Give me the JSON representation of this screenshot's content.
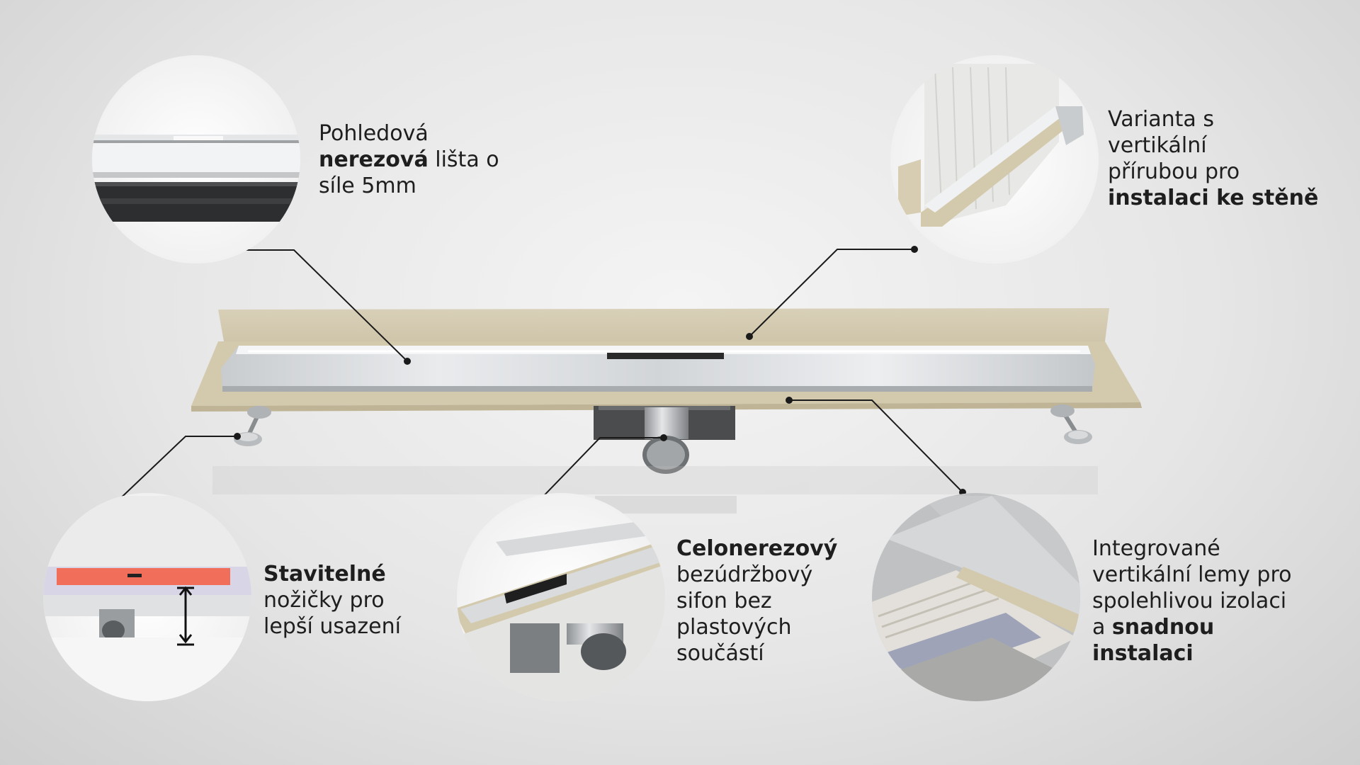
{
  "callouts": {
    "lista": {
      "line1": "Pohledová",
      "line2_bold": "nerezová",
      "line2_rest": " lišta o",
      "line3": "síle 5mm"
    },
    "stena": {
      "line1": "Varianta s",
      "line2": "vertikální",
      "line3": "přírubou pro",
      "line4_bold": "instalaci ke stěně"
    },
    "nozicky": {
      "line1_bold": "Stavitelné",
      "line2": "nožičky pro",
      "line3": "lepší usazení"
    },
    "sifon": {
      "line1_bold": "Celonerezový",
      "line2": "bezúdržbový",
      "line3": "sifon bez",
      "line4": "plastových",
      "line5": "součástí"
    },
    "lemy": {
      "line1": "Integrované",
      "line2": "vertikální lemy pro",
      "line3": "spolehlivou izolaci",
      "line4_pre": "a ",
      "line4_bold": "snadnou",
      "line5_bold": "instalaci"
    }
  },
  "colors": {
    "background": "#e6e6e6",
    "sand_flange": "#d8cfb8",
    "stainless": "#d4d6d8",
    "grate_slot": "#2a2a2a",
    "level_red": "#f06e5a",
    "text": "#1e1e1e"
  }
}
